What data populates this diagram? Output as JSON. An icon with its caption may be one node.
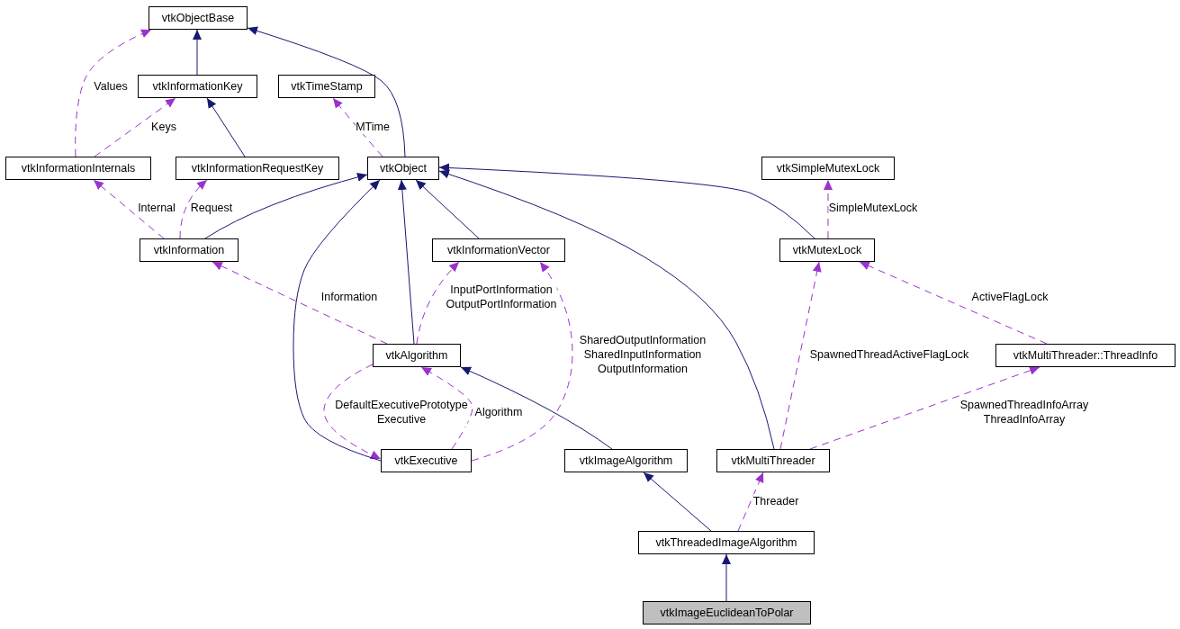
{
  "diagram": {
    "nodes": [
      {
        "text": [
          "vtkObjectBase"
        ]
      },
      {
        "text": [
          "vtkInformationKey"
        ]
      },
      {
        "text": [
          "vtkTimeStamp"
        ]
      },
      {
        "text": [
          "vtkInformationInternals"
        ]
      },
      {
        "text": [
          "vtkInformationRequestKey"
        ]
      },
      {
        "text": [
          "vtkObject"
        ]
      },
      {
        "text": [
          "vtkSimpleMutexLock"
        ]
      },
      {
        "text": [
          "vtkInformation"
        ]
      },
      {
        "text": [
          "vtkInformationVector"
        ]
      },
      {
        "text": [
          "vtkMutexLock"
        ]
      },
      {
        "text": [
          "vtkAlgorithm"
        ]
      },
      {
        "text": [
          "vtkMultiThreader::ThreadInfo"
        ]
      },
      {
        "text": [
          "vtkExecutive"
        ]
      },
      {
        "text": [
          "vtkImageAlgorithm"
        ]
      },
      {
        "text": [
          "vtkMultiThreader"
        ]
      },
      {
        "text": [
          "vtkThreadedImageAlgorithm"
        ]
      },
      {
        "text": [
          "vtkImageEuclideanToPolar"
        ]
      }
    ],
    "edges": [
      {
        "from": 1,
        "to": 0,
        "arrow": "to",
        "color": "#191970"
      },
      {
        "from": 5,
        "to": 0,
        "arrow": "to",
        "color": "#191970"
      },
      {
        "from": 3,
        "to": 0,
        "arrow": "to",
        "label": "Values",
        "style": "dashed"
      },
      {
        "from": 3,
        "to": 1,
        "arrow": "to",
        "label": "Keys",
        "style": "dashed"
      },
      {
        "from": 4,
        "to": 1,
        "arrow": "to",
        "color": "#191970"
      },
      {
        "from": 5,
        "to": 2,
        "arrow": "to",
        "label": "MTime",
        "style": "dashed"
      },
      {
        "from": 7,
        "to": 5,
        "arrow": "to",
        "color": "#191970"
      },
      {
        "from": 7,
        "to": 3,
        "arrow": "to",
        "label": "Internal",
        "style": "dashed"
      },
      {
        "from": 7,
        "to": 4,
        "arrow": "to",
        "label": "Request",
        "style": "dashed"
      },
      {
        "from": 8,
        "to": 5,
        "arrow": "to",
        "color": "#191970"
      },
      {
        "from": 9,
        "to": 5,
        "arrow": "to",
        "color": "#191970"
      },
      {
        "from": 9,
        "to": 6,
        "arrow": "to",
        "label": "SimpleMutexLock",
        "style": "dashed"
      },
      {
        "from": 10,
        "to": 5,
        "arrow": "to",
        "color": "#191970"
      },
      {
        "from": 10,
        "to": 7,
        "arrow": "to",
        "label": "Information",
        "style": "dashed"
      },
      {
        "from": 10,
        "to": 8,
        "arrow": "to",
        "label": "InputPortInformation OutputPortInformation",
        "style": "dashed"
      },
      {
        "from": 10,
        "to": 12,
        "arrow": "to",
        "label": "DefaultExecutivePrototype Executive",
        "style": "dashed"
      },
      {
        "from": 12,
        "to": 10,
        "arrow": "to",
        "label": "Algorithm",
        "style": "dashed"
      },
      {
        "from": 12,
        "to": 5,
        "arrow": "to",
        "color": "#191970"
      },
      {
        "from": 12,
        "to": 8,
        "arrow": "to",
        "label": "SharedOutputInformation SharedInputInformation OutputInformation",
        "style": "dashed"
      },
      {
        "from": 11,
        "to": 9,
        "arrow": "to",
        "label": "ActiveFlagLock",
        "style": "dashed"
      },
      {
        "from": 13,
        "to": 10,
        "arrow": "to",
        "color": "#191970"
      },
      {
        "from": 14,
        "to": 5,
        "arrow": "to",
        "color": "#191970"
      },
      {
        "from": 14,
        "to": 9,
        "arrow": "to",
        "label": "SpawnedThreadActiveFlagLock",
        "style": "dashed"
      },
      {
        "from": 14,
        "to": 11,
        "arrow": "to",
        "label": "SpawnedThreadInfoArray ThreadInfoArray",
        "style": "dashed"
      },
      {
        "from": 15,
        "to": 13,
        "arrow": "to",
        "color": "#191970"
      },
      {
        "from": 15,
        "to": 14,
        "arrow": "to",
        "label": "Threader",
        "style": "dashed"
      },
      {
        "from": 16,
        "to": 15,
        "arrow": "to",
        "color": "#191970"
      }
    ]
  }
}
